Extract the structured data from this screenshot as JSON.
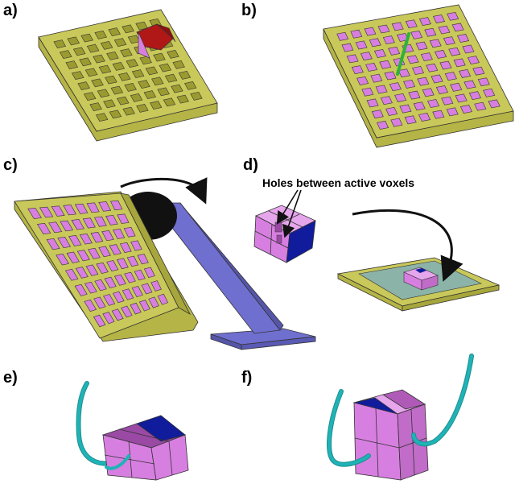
{
  "figure": {
    "panels": [
      {
        "label": "a)"
      },
      {
        "label": "b)"
      },
      {
        "label": "c)"
      },
      {
        "label": "d)"
      },
      {
        "label": "e)"
      },
      {
        "label": "f)"
      }
    ],
    "annotation": "Holes between active voxels"
  },
  "colors": {
    "frame_yellow": "#c9c85a",
    "frame_side": "#b5b446",
    "frame_dark": "#9a9a30",
    "voxel_pink": "#d77fe0",
    "voxel_pink_dark": "#b05ab8",
    "voxel_blue": "#101c9c",
    "stand_blue": "#6f6fcf",
    "plate_teal": "#8cb3a8",
    "tube_cyan": "#1fb3b6",
    "red_block": "#b01818",
    "green_rod": "#2cb33a",
    "black": "#111111"
  }
}
